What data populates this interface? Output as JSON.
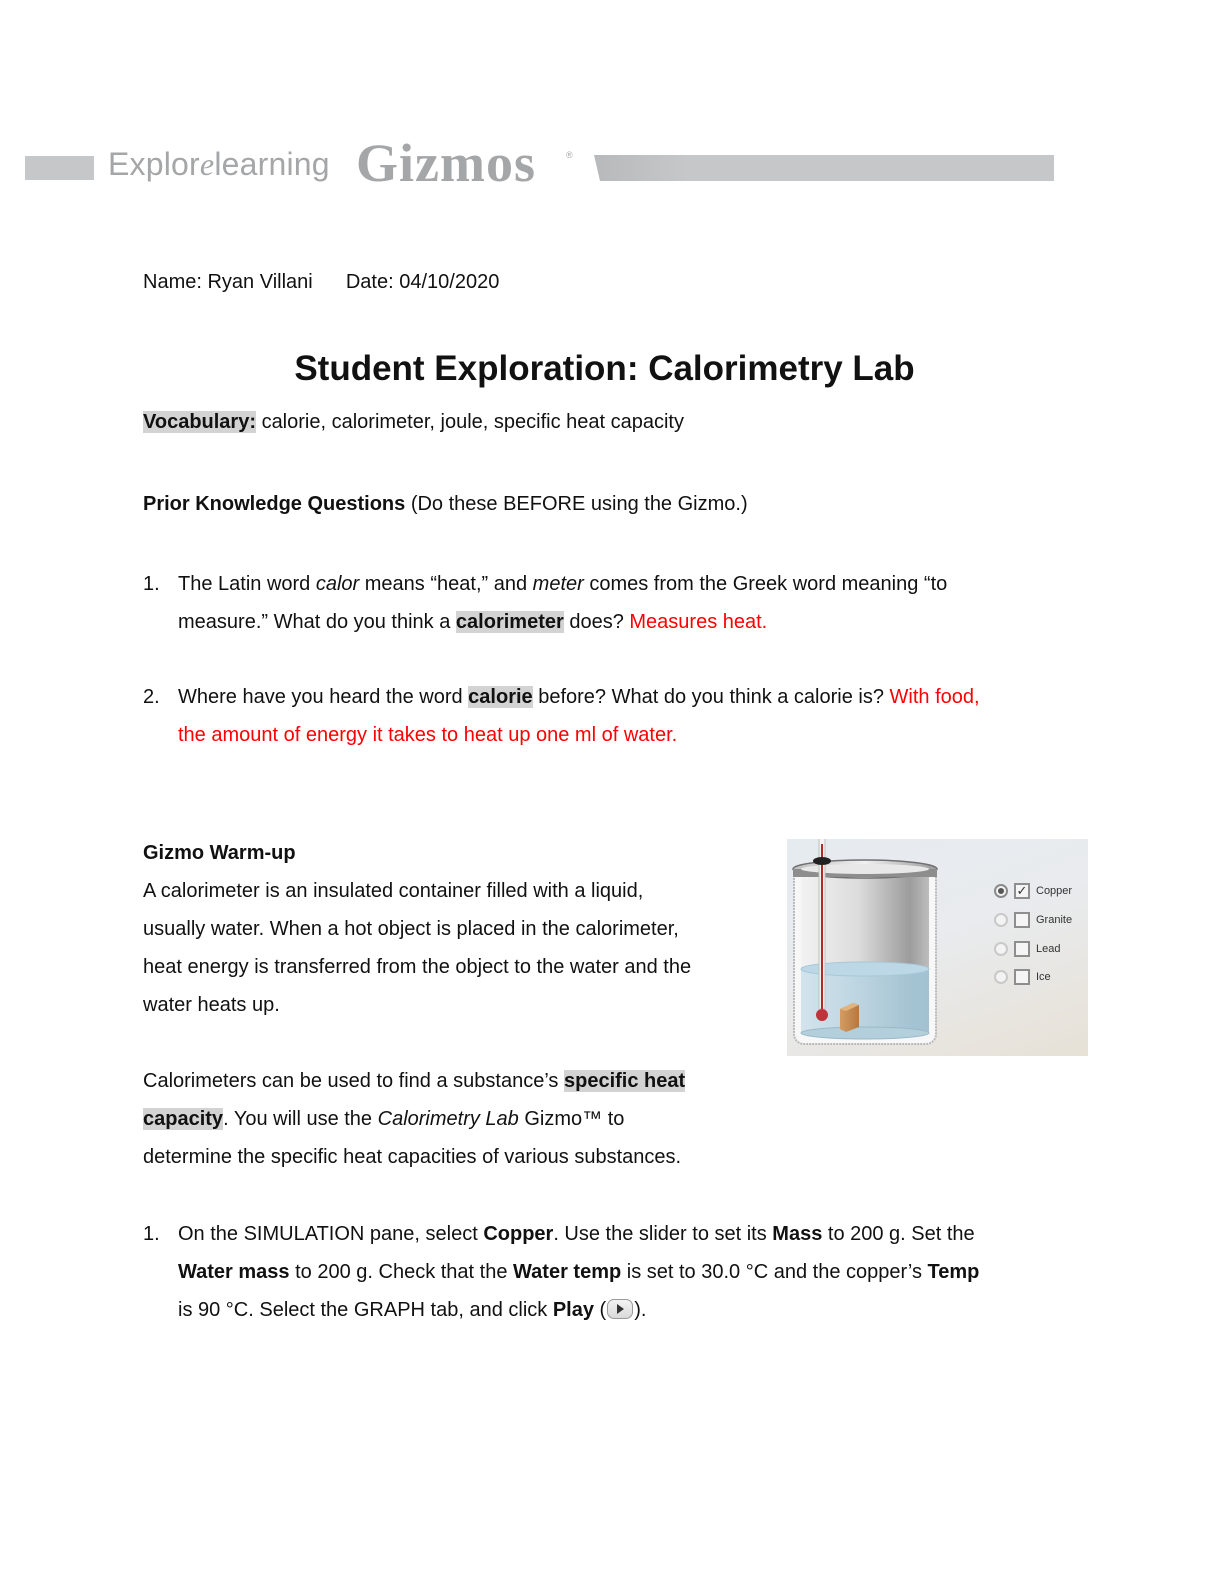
{
  "header": {
    "logo_explore": "Explor",
    "logo_swirl": "e",
    "logo_learning": "learning",
    "logo_gizmos": "Gizmos",
    "logo_registered": "®",
    "bar_color": "#c6c7c9",
    "logo_color": "#a5a6a8"
  },
  "student": {
    "name_label": "Name:",
    "name_value": "Ryan Villani",
    "date_label": "Date:",
    "date_value": "04/10/2020"
  },
  "title": "Student Exploration: Calorimetry Lab",
  "vocabulary": {
    "label": "Vocabulary:",
    "terms": "calorie, calorimeter, joule, specific heat capacity"
  },
  "prior_knowledge": {
    "heading": "Prior Knowledge Questions",
    "note": "(Do these BEFORE using the Gizmo.)",
    "questions": [
      {
        "number": "1.",
        "line1_pre": "The Latin word ",
        "line1_italic1": "calor",
        "line1_mid": " means “heat,” and ",
        "line1_italic2": "meter",
        "line1_post": " comes from the Greek word meaning “to",
        "line2_pre": "measure.” What do you think a ",
        "line2_term": "calorimeter",
        "line2_post": " does? ",
        "answer": "Measures heat."
      },
      {
        "number": "2.",
        "line1_pre": "Where have you heard the word ",
        "line1_term": "calorie",
        "line1_post": " before? What do you think a calorie is? ",
        "answer_line1": "With food,",
        "answer_line2": "the amount of energy it takes to heat up one ml of water."
      }
    ],
    "answer_color": "#ff0000"
  },
  "warmup": {
    "heading": "Gizmo Warm-up",
    "para1_lines": [
      "A calorimeter is an insulated container filled with a liquid,",
      "usually water. When a hot object is placed in the calorimeter,",
      "heat energy is transferred from the object to the water and the",
      "water heats up."
    ],
    "para2": {
      "line1_pre": "Calorimeters can be used to find a substance’s ",
      "line1_term": "specific heat",
      "line2_term": "capacity",
      "line2_mid": ". You will use the ",
      "line2_italic": "Calorimetry Lab",
      "line2_post": " Gizmo™ to",
      "line3": "determine the specific heat capacities of various substances."
    }
  },
  "gizmo_image": {
    "substances": [
      {
        "label": "Copper",
        "radio_selected": true,
        "checked": true
      },
      {
        "label": "Granite",
        "radio_selected": false,
        "checked": false
      },
      {
        "label": "Lead",
        "radio_selected": false,
        "checked": false
      },
      {
        "label": "Ice",
        "radio_selected": false,
        "checked": false
      }
    ],
    "check_glyph": "✓"
  },
  "steps": [
    {
      "number": "1.",
      "l1_a": "On the SIMULATION pane, select ",
      "l1_b": "Copper",
      "l1_c": ". Use the slider to set its ",
      "l1_d": "Mass",
      "l1_e": " to 200 g. Set the",
      "l2_a": "Water mass",
      "l2_b": " to 200 g. Check that the ",
      "l2_c": "Water temp",
      "l2_d": " is set to 30.0 °C and the copper’s ",
      "l2_e": "Temp",
      "l3_a": "is 90 °C. Select the GRAPH tab, and click ",
      "l3_b": "Play",
      "l3_c": " (",
      "l3_d": ")."
    }
  ]
}
